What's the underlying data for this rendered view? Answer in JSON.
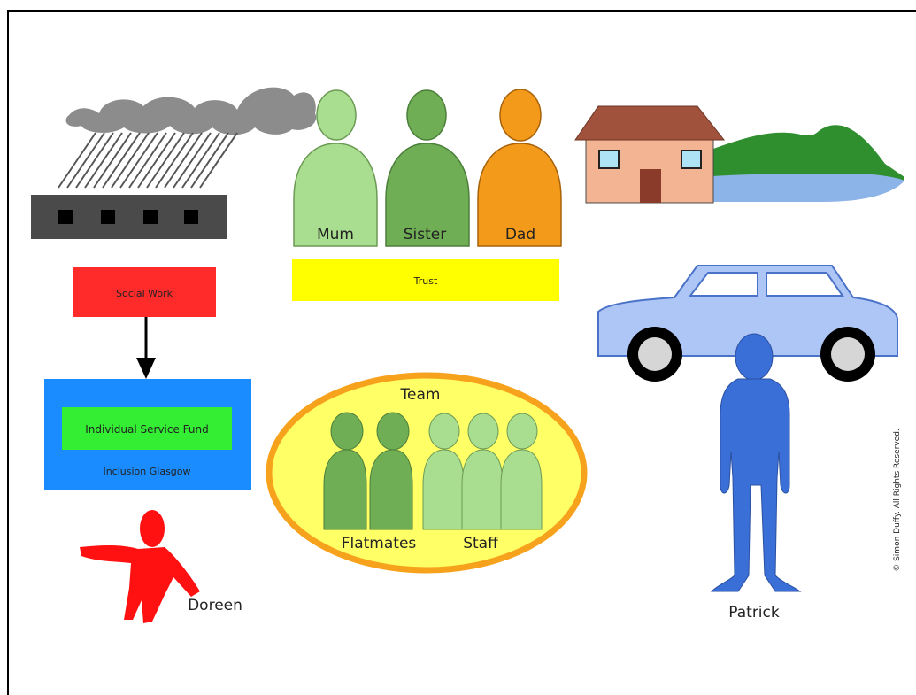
{
  "labels": {
    "mum": "Mum",
    "sister": "Sister",
    "dad": "Dad",
    "trust": "Trust",
    "social_work": "Social Work",
    "individual_service_fund": "Individual Service Fund",
    "inclusion_glasgow": "Inclusion Glasgow",
    "team": "Team",
    "flatmates": "Flatmates",
    "staff": "Staff",
    "doreen": "Doreen",
    "patrick": "Patrick",
    "copyright": "© Simon Duffy. All Rights Reserved."
  },
  "colors": {
    "mum": "#a9dd8f",
    "sister": "#6fae55",
    "dad": "#f49a1a",
    "trust": "#ffff00",
    "social_work": "#ff2a2a",
    "inclusion_glasgow": "#1a8cff",
    "individual_service_fund": "#33ee33",
    "team_ellipse": "#ffff66",
    "team_ring": "#f7a21c",
    "flatmate": "#6fae55",
    "staff": "#a9dd8f",
    "doreen": "#ff1111",
    "patrick": "#3a6fd8",
    "car": "#aec6f5",
    "house": "#f2b493",
    "roof": "#a0523d",
    "hill": "#2f8f2f",
    "water": "#8db4e8",
    "factory": "#4a4a4a",
    "smoke": "#8c8c8c"
  },
  "icons": [
    "factory-icon",
    "smoke-cloud-icon",
    "house-icon",
    "hills-icon",
    "car-icon",
    "arrow-down-icon"
  ]
}
